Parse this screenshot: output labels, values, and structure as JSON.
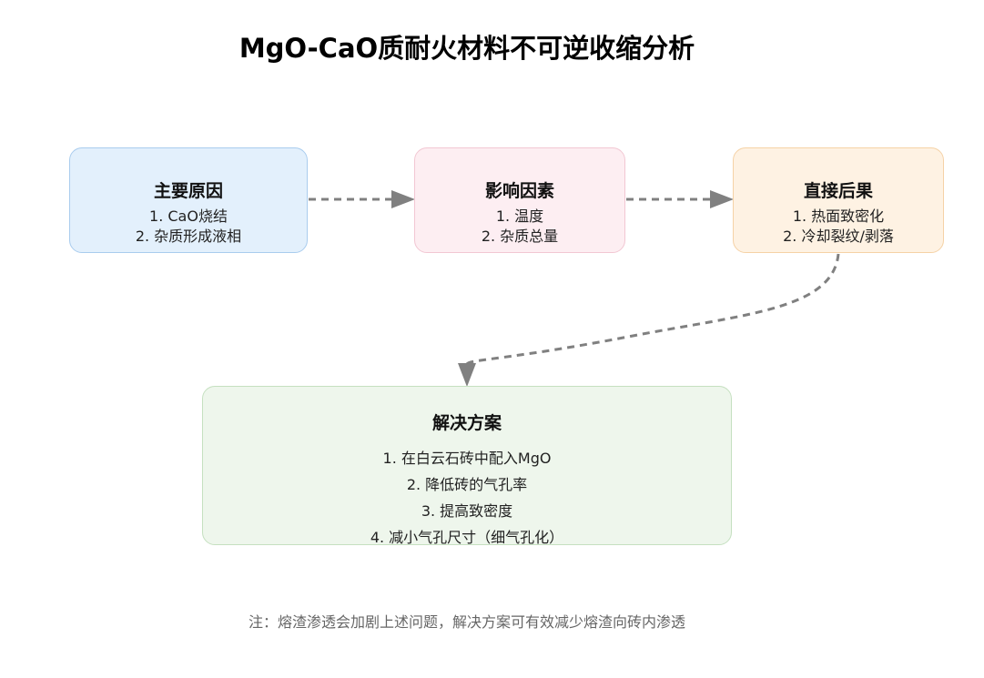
{
  "title": "MgO-CaO质耐火材料不可逆收缩分析",
  "nodes": {
    "causes": {
      "heading": "主要原因",
      "items": [
        "1. CaO烧结",
        "2. 杂质形成液相"
      ]
    },
    "factors": {
      "heading": "影响因素",
      "items": [
        "1. 温度",
        "2. 杂质总量"
      ]
    },
    "consequences": {
      "heading": "直接后果",
      "items": [
        "1. 热面致密化",
        "2. 冷却裂纹/剥落"
      ]
    },
    "solutions": {
      "heading": "解决方案",
      "items": [
        "1. 在白云石砖中配入MgO",
        "2. 降低砖的气孔率",
        "3. 提高致密度",
        "4. 减小气孔尺寸（细气孔化）"
      ]
    }
  },
  "note": "注：熔渣渗透会加剧上述问题，解决方案可有效减少熔渣向砖内渗透",
  "colors": {
    "causes_fill": "#e3f0fc",
    "factors_fill": "#fdeef2",
    "consequences_fill": "#fef2e3",
    "solutions_fill": "#eef6ec",
    "arrow": "#808080"
  }
}
